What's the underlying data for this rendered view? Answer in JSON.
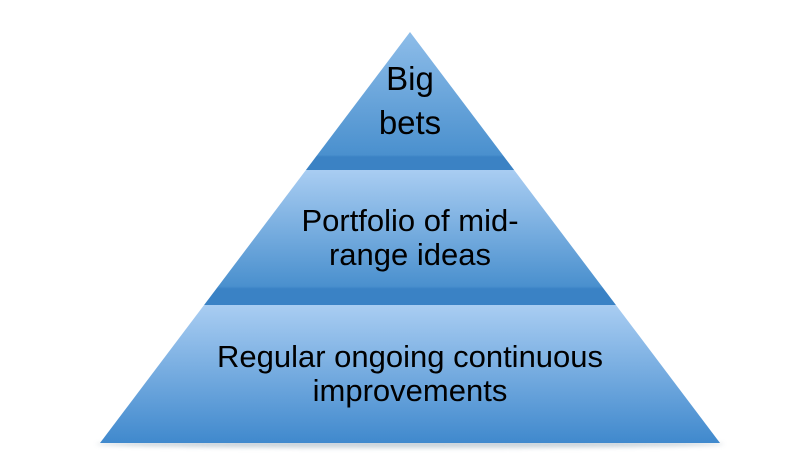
{
  "diagram": {
    "type": "pyramid",
    "background_color": "#ffffff",
    "text_color": "#000000",
    "base_shadow_color": "#9fb0bd",
    "tiers": [
      {
        "id": "big-bets",
        "lines": [
          "Big",
          "bets"
        ],
        "gradient_top": "#8ebde9",
        "gradient_bottom": "#4a90ce",
        "edge_band": "#3b82c4"
      },
      {
        "id": "portfolio-mid-range",
        "lines": [
          "Portfolio of mid-",
          "range ideas"
        ],
        "gradient_top": "#a9cdf2",
        "gradient_bottom": "#4a90ce",
        "edge_band": "#3a82c5"
      },
      {
        "id": "continuous-improvements",
        "lines": [
          "Regular ongoing continuous",
          "improvements"
        ],
        "gradient_top": "#a9cdf2",
        "gradient_bottom": "#4089cd",
        "edge_band": null
      }
    ]
  }
}
